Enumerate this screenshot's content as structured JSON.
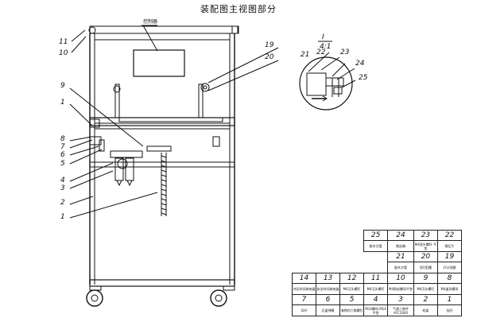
{
  "title": "装配图主视图部分",
  "control_box_label": "控制器",
  "callouts_left": [
    "11",
    "10",
    "9",
    "1",
    "8",
    "7",
    "6",
    "5",
    "4",
    "3",
    "2",
    "1"
  ],
  "callouts_right": [
    "19",
    "20"
  ],
  "detail": {
    "number": "I",
    "scale": "4:1",
    "labels": [
      "21",
      "22",
      "23",
      "24",
      "25"
    ]
  },
  "parts_table": {
    "rows": [
      {
        "nums": [
          "25",
          "24",
          "23",
          "22"
        ],
        "names": [
          "胶木方管",
          "钢丝绳",
          "M4双头螺杆 平垫",
          "钢压片"
        ],
        "offset": 1
      },
      {
        "nums": [
          "21",
          "20",
          "19"
        ],
        "names": [
          "胶木方管",
          "铝U型槽",
          "开口挡圈"
        ],
        "offset": 0
      },
      {
        "nums": [
          "14",
          "13",
          "12",
          "11",
          "10",
          "9",
          "8"
        ],
        "names": [
          "冲压时间继电器",
          "安全时间继电器",
          "M4沉头螺钉",
          "M4沉头螺钉",
          "M4防松螺母平垫",
          "M4沉头螺钉",
          "M4盖形螺母"
        ],
        "offset": 0
      },
      {
        "nums": [
          "7",
          "6",
          "5",
          "4",
          "3",
          "2",
          "1"
        ],
        "names": [
          "导杆",
          "压盖弹簧",
          "海绵内六角螺钉",
          "M14螺母 M14平垫",
          "气源三联件 AFC2000",
          "机架",
          "挂杆"
        ],
        "offset": 0
      }
    ]
  }
}
